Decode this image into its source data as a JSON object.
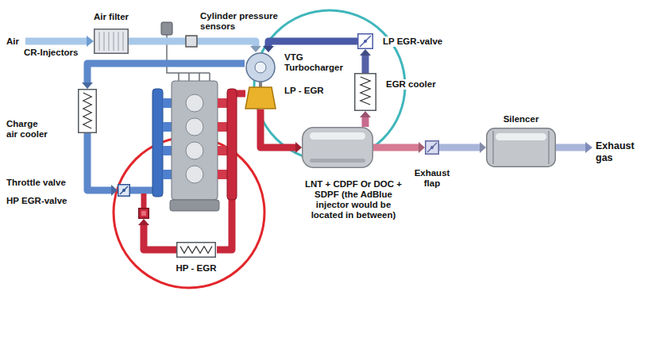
{
  "diagram": {
    "nodes": [
      {
        "text": [
          "Air filter"
        ]
      },
      {
        "text": [
          "VTG Turbocharger"
        ]
      },
      {
        "text": [
          "Charge air cooler"
        ]
      },
      {
        "text": [
          "Throttle valve"
        ]
      },
      {
        "text": [
          "HP EGR-valve"
        ]
      },
      {
        "text": [
          "HP - EGR"
        ]
      },
      {
        "text": [
          "LP EGR-valve"
        ]
      },
      {
        "text": [
          "EGR cooler"
        ]
      },
      {
        "text": [
          "LNT + CDPF Or DOC + SDPF (the AdBlue injector would be located in between)"
        ]
      },
      {
        "text": [
          "Exhaust flap"
        ]
      },
      {
        "text": [
          "Silencer"
        ]
      }
    ],
    "edges": [
      {
        "from": 0,
        "to": 1,
        "arrow": "to"
      },
      {
        "from": 1,
        "to": 2,
        "arrow": "to"
      },
      {
        "from": 2,
        "to": 3,
        "arrow": "to"
      },
      {
        "from": 5,
        "to": 4,
        "arrow": "to"
      },
      {
        "from": 1,
        "to": 8,
        "arrow": "to"
      },
      {
        "from": 8,
        "to": 9,
        "arrow": "to"
      },
      {
        "from": 9,
        "to": 10,
        "arrow": "to"
      },
      {
        "from": 8,
        "to": 7,
        "arrow": "to"
      },
      {
        "from": 7,
        "to": 6,
        "arrow": "to"
      },
      {
        "from": 6,
        "to": 1,
        "arrow": "to"
      }
    ],
    "labels": [
      "Air",
      "Cylinder pressure sensors",
      "CR-Injectors",
      "LP - EGR",
      "Exhaust gas"
    ]
  }
}
